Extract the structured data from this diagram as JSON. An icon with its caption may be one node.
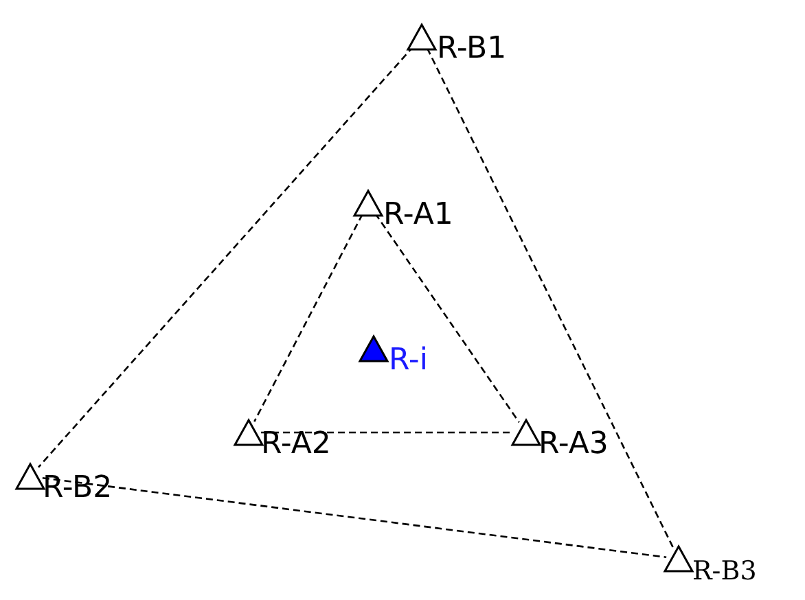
{
  "diagram": {
    "nodes": [
      {
        "text": [],
        "shape": "triangle",
        "beside": [
          "R-B1"
        ]
      },
      {
        "text": [],
        "shape": "triangle",
        "beside": [
          "R-A1"
        ]
      },
      {
        "text": [],
        "shape": "triangle",
        "beside": [
          "R-i"
        ]
      },
      {
        "text": [],
        "shape": "triangle",
        "beside": [
          "R-A2"
        ]
      },
      {
        "text": [],
        "shape": "triangle",
        "beside": [
          "R-A3"
        ]
      },
      {
        "text": [],
        "shape": "triangle",
        "beside": [
          "R-B2"
        ]
      },
      {
        "text": [],
        "shape": "triangle",
        "beside": [
          "R-B3"
        ]
      }
    ],
    "edges": [
      {
        "from": 0,
        "to": 5,
        "arrow": "none",
        "style": "dashed"
      },
      {
        "from": 0,
        "to": 6,
        "arrow": "none",
        "style": "dashed"
      },
      {
        "from": 5,
        "to": 6,
        "arrow": "none",
        "style": "dashed"
      },
      {
        "from": 1,
        "to": 3,
        "arrow": "none",
        "style": "dashed"
      },
      {
        "from": 1,
        "to": 4,
        "arrow": "none",
        "style": "dashed"
      },
      {
        "from": 3,
        "to": 4,
        "arrow": "none",
        "style": "dashed"
      }
    ]
  }
}
